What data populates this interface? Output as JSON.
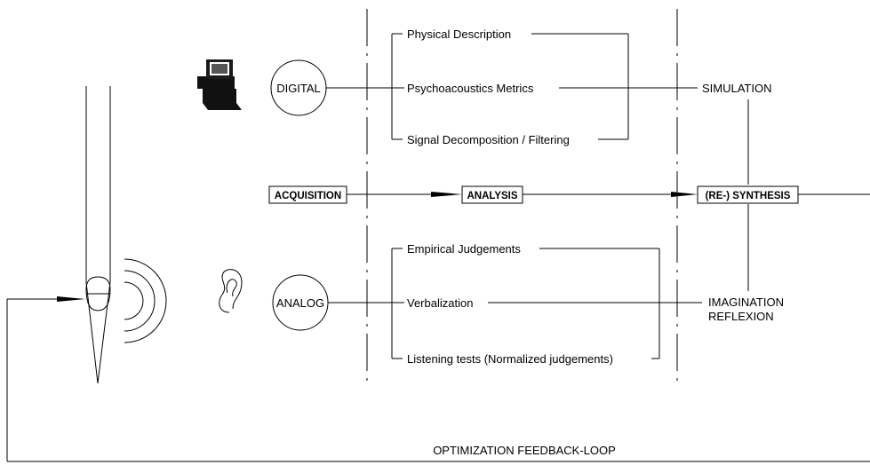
{
  "stages": {
    "acquisition": "ACQUISITION",
    "analysis": "ANALYSIS",
    "synthesis": "(RE-) SYNTHESIS"
  },
  "modes": {
    "digital": "DIGITAL",
    "analog": "ANALOG"
  },
  "digital_methods": [
    "Physical Description",
    "Psychoacoustics Metrics",
    "Signal Decomposition / Filtering"
  ],
  "analog_methods": [
    "Empirical Judgements",
    "Verbalization",
    "Listening tests (Normalized judgements)"
  ],
  "outputs": {
    "simulation": "SIMULATION",
    "imagination": "IMAGINATION",
    "reflexion": "REFLEXION"
  },
  "feedback_loop": "OPTIMIZATION FEEDBACK-LOOP",
  "icons": {
    "computer": "computer-icon",
    "ear": "ear-icon",
    "sound_waves": "sound-waves-icon",
    "listener": "listener-figure"
  }
}
